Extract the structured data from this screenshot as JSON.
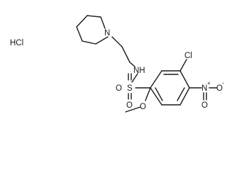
{
  "structure": {
    "atoms": {
      "salt": "HCl",
      "piperidine_n": "N",
      "amide_nh": "NH",
      "sulfur": "S",
      "oxygen_up": "O",
      "oxygen_down": "O",
      "methoxy_o": "O",
      "chlorine": "Cl",
      "nitro_n": "N",
      "nitro_plus": "+",
      "nitro_o_right": "O",
      "nitro_o_minus": "-",
      "nitro_o_down": "O"
    },
    "colors": {
      "bond": "#1a1a1a",
      "text": "#1a1a1a",
      "background": "#ffffff"
    }
  }
}
